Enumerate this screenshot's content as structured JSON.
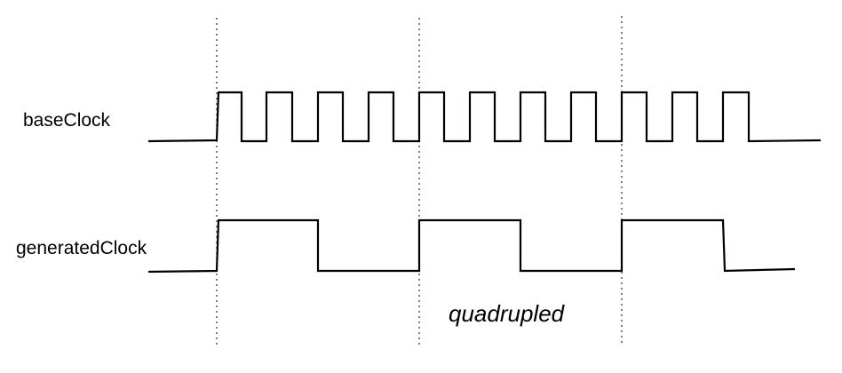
{
  "signals": {
    "base_label": "baseClock",
    "generated_label": "generatedClock"
  },
  "annotation": "quadrupled",
  "colors": {
    "waveform": "#000000",
    "guide": "#555555",
    "background": "#ffffff"
  }
}
